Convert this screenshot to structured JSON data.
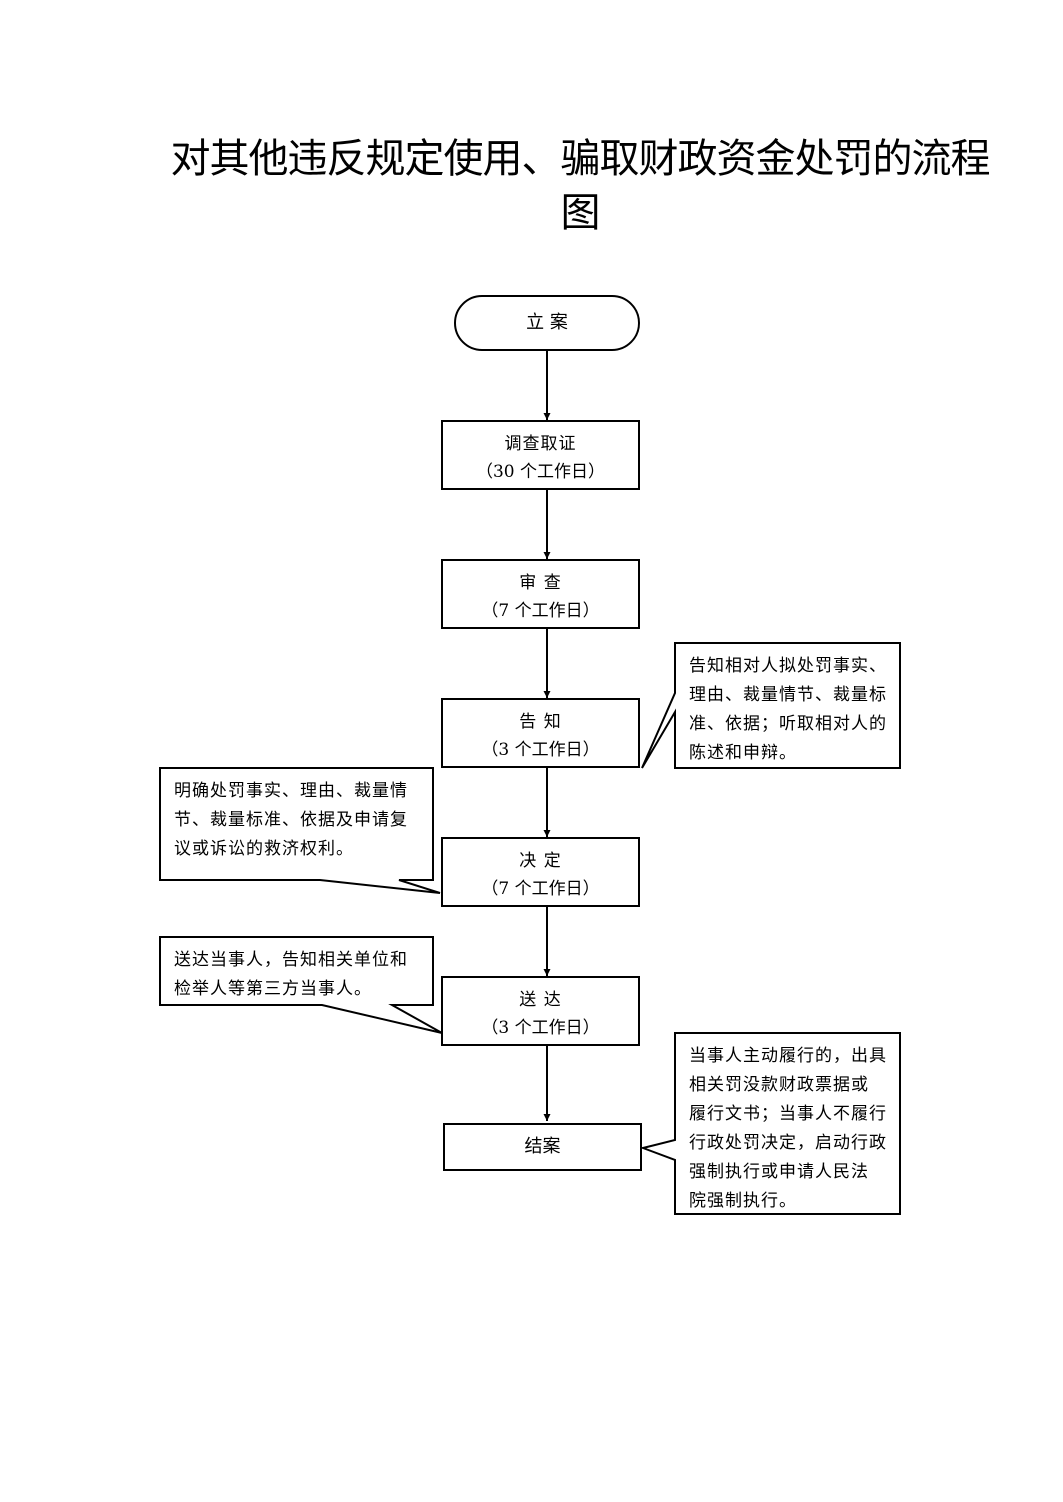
{
  "title": {
    "line1": "对其他违反规定使用、骗取财政资金处罚的流程",
    "line2": "图"
  },
  "steps": {
    "start": "立   案",
    "investigate": {
      "label": "调查取证",
      "time": "（30 个工作日）"
    },
    "review": {
      "label": "审   查",
      "time": "（7 个工作日）"
    },
    "notify": {
      "label": "告   知",
      "time": "（3 个工作日）"
    },
    "decide": {
      "label": "决   定",
      "time": "（7 个工作日）"
    },
    "deliver": {
      "label": "送   达",
      "time": "（3 个工作日）"
    },
    "close": "结案"
  },
  "notes": {
    "notify": [
      "告知相对人拟处罚事实、",
      "理由、裁量情节、裁量标",
      "准、依据；听取相对人的",
      "陈述和申辩。"
    ],
    "decide": [
      "明确处罚事实、理由、裁量情",
      "节、裁量标准、依据及申请复",
      "议或诉讼的救济权利。"
    ],
    "deliver": [
      "送达当事人，告知相关单位和",
      "检举人等第三方当事人。"
    ],
    "close": [
      "当事人主动履行的，出具",
      "相关罚没款财政票据或",
      "履行文书；当事人不履行",
      "行政处罚决定，启动行政",
      "强制执行或申请人民法",
      "院强制执行。"
    ]
  }
}
